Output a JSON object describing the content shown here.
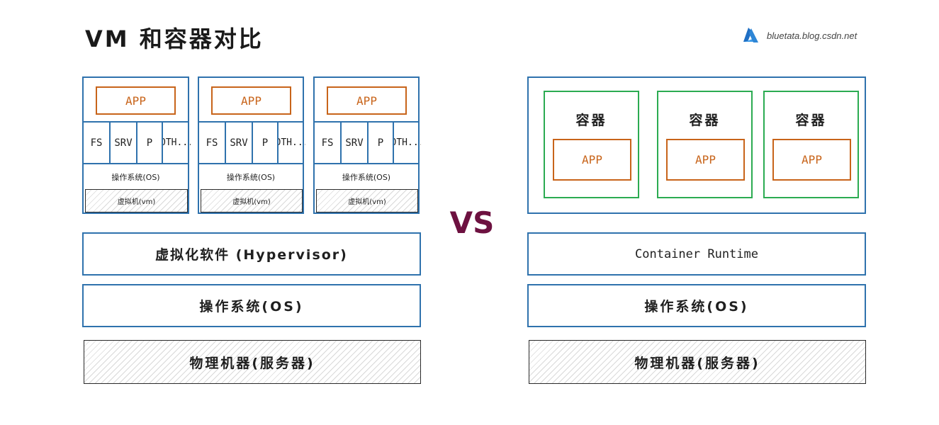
{
  "title": "VM 和容器对比",
  "watermark": {
    "text": "bluetata.blog.csdn.net",
    "icon": "azure-logo-icon",
    "color": "#2e86d6"
  },
  "colors": {
    "blue": "#2f72ad",
    "green": "#2bab51",
    "orange": "#c8641a",
    "vs": "#6d1140"
  },
  "vs_label": "VS",
  "vm_side": {
    "vms": [
      {
        "app": "APP",
        "cells": [
          "FS",
          "SRV",
          "P",
          "OTH..."
        ],
        "os": "操作系统(OS)",
        "vm": "虚拟机(vm)"
      },
      {
        "app": "APP",
        "cells": [
          "FS",
          "SRV",
          "P",
          "OTH..."
        ],
        "os": "操作系统(OS)",
        "vm": "虚拟机(vm)"
      },
      {
        "app": "APP",
        "cells": [
          "FS",
          "SRV",
          "P",
          "OTH..."
        ],
        "os": "操作系统(OS)",
        "vm": "虚拟机(vm)"
      }
    ],
    "hypervisor": "虚拟化软件 (Hypervisor)",
    "os": "操作系统(OS)",
    "hardware": "物理机器(服务器)"
  },
  "container_side": {
    "containers": [
      {
        "label": "容器",
        "app": "APP"
      },
      {
        "label": "容器",
        "app": "APP"
      },
      {
        "label": "容器",
        "app": "APP"
      }
    ],
    "runtime": "Container Runtime",
    "os": "操作系统(OS)",
    "hardware": "物理机器(服务器)"
  }
}
